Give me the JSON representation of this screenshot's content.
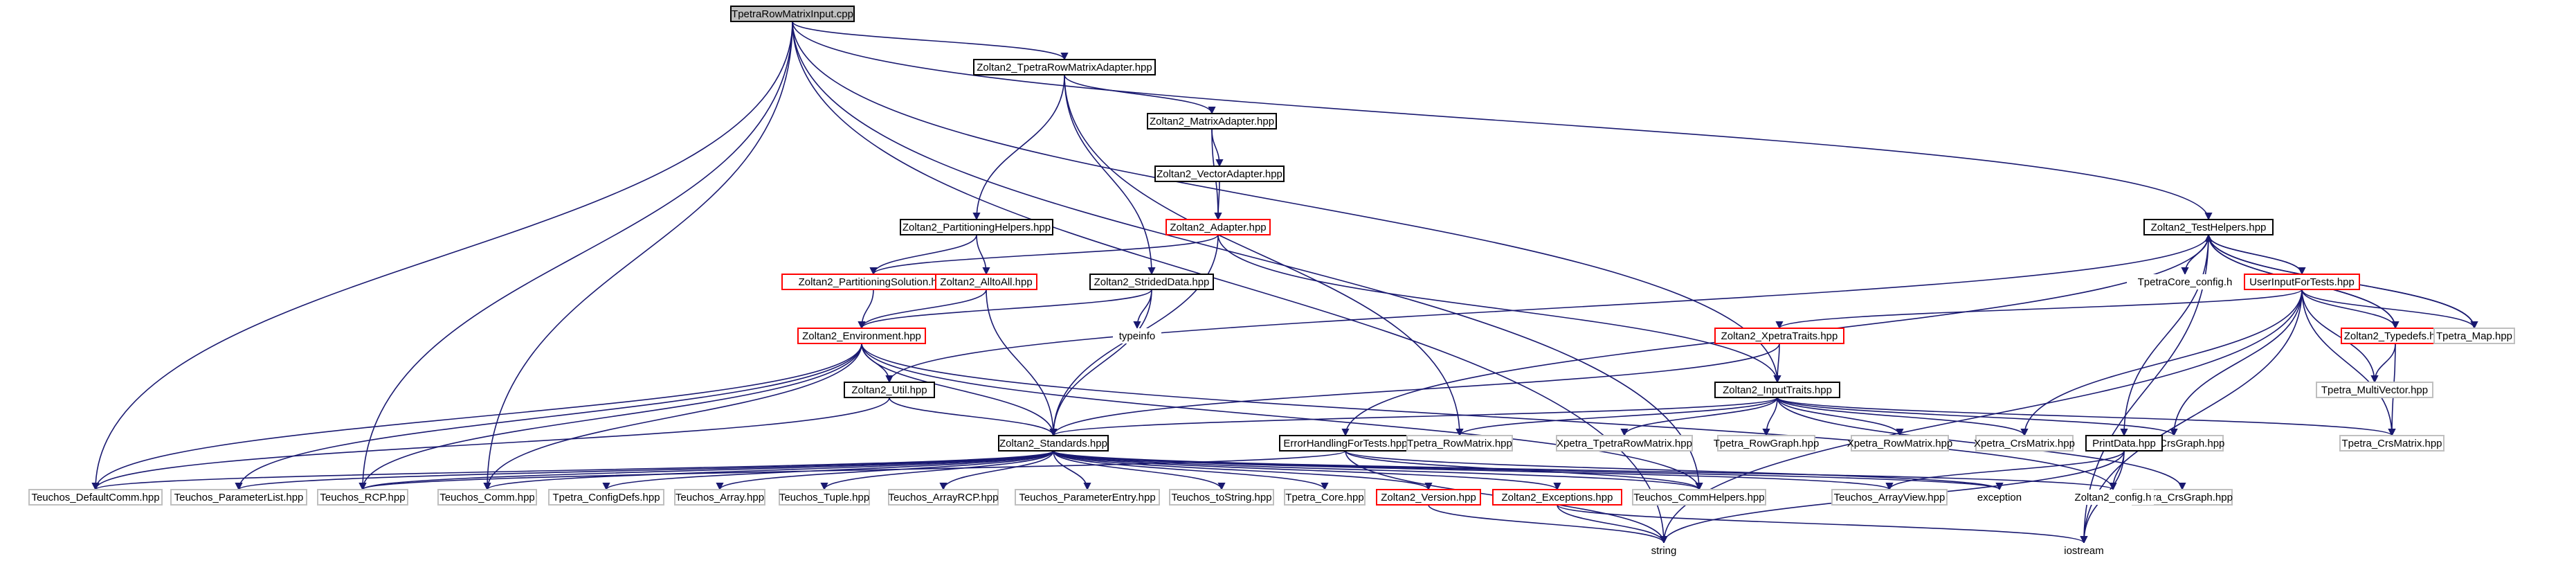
{
  "colors": {
    "edge": "#191970",
    "box_root_fill": "#bfbfbf",
    "box_black": "#000000",
    "box_red": "#ff0000",
    "box_gray": "#bfbfbf",
    "text": "#000000",
    "background": "#ffffff"
  },
  "nodes": [
    {
      "id": "root",
      "label": "TpetraRowMatrixInput.cpp",
      "style": "root"
    },
    {
      "id": "tpetraAdapter",
      "label": "Zoltan2_TpetraRowMatrixAdapter.hpp",
      "style": "black"
    },
    {
      "id": "matrixAdapter",
      "label": "Zoltan2_MatrixAdapter.hpp",
      "style": "black"
    },
    {
      "id": "vectorAdapter",
      "label": "Zoltan2_VectorAdapter.hpp",
      "style": "black"
    },
    {
      "id": "adapter",
      "label": "Zoltan2_Adapter.hpp",
      "style": "red"
    },
    {
      "id": "partHelpers",
      "label": "Zoltan2_PartitioningHelpers.hpp",
      "style": "black"
    },
    {
      "id": "partSolution",
      "label": "Zoltan2_PartitioningSolution.hpp",
      "style": "red"
    },
    {
      "id": "alltoall",
      "label": "Zoltan2_AlltoAll.hpp",
      "style": "red"
    },
    {
      "id": "stridedData",
      "label": "Zoltan2_StridedData.hpp",
      "style": "black"
    },
    {
      "id": "typeinfo",
      "label": "typeinfo",
      "style": "none"
    },
    {
      "id": "environment",
      "label": "Zoltan2_Environment.hpp",
      "style": "red"
    },
    {
      "id": "util",
      "label": "Zoltan2_Util.hpp",
      "style": "black"
    },
    {
      "id": "standards",
      "label": "Zoltan2_Standards.hpp",
      "style": "black"
    },
    {
      "id": "testHelpers",
      "label": "Zoltan2_TestHelpers.hpp",
      "style": "black"
    },
    {
      "id": "tpetraCoreConfig",
      "label": "TpetraCore_config.h",
      "style": "none"
    },
    {
      "id": "userInput",
      "label": "UserInputForTests.hpp",
      "style": "red"
    },
    {
      "id": "xpetraTraits",
      "label": "Zoltan2_XpetraTraits.hpp",
      "style": "red"
    },
    {
      "id": "typedefs",
      "label": "Zoltan2_Typedefs.hpp",
      "style": "red"
    },
    {
      "id": "tpetraMap",
      "label": "Tpetra_Map.hpp",
      "style": "gray"
    },
    {
      "id": "tpetraMultiVector",
      "label": "Tpetra_MultiVector.hpp",
      "style": "gray"
    },
    {
      "id": "inputTraits",
      "label": "Zoltan2_InputTraits.hpp",
      "style": "black"
    },
    {
      "id": "errorHandling",
      "label": "ErrorHandlingForTests.hpp",
      "style": "black"
    },
    {
      "id": "tpetraRowMatrix",
      "label": "Tpetra_RowMatrix.hpp",
      "style": "gray"
    },
    {
      "id": "xpetraTpetraRowMatrix",
      "label": "Xpetra_TpetraRowMatrix.hpp",
      "style": "gray"
    },
    {
      "id": "tpetraRowGraph",
      "label": "Tpetra_RowGraph.hpp",
      "style": "gray"
    },
    {
      "id": "xpetraRowMatrix",
      "label": "Xpetra_RowMatrix.hpp",
      "style": "gray"
    },
    {
      "id": "xpetraCrsMatrix",
      "label": "Xpetra_CrsMatrix.hpp",
      "style": "gray"
    },
    {
      "id": "xpetraCrsGraph",
      "label": "Xpetra_CrsGraph.hpp",
      "style": "gray"
    },
    {
      "id": "tpetraCrsMatrix",
      "label": "Tpetra_CrsMatrix.hpp",
      "style": "gray"
    },
    {
      "id": "printData",
      "label": "PrintData.hpp",
      "style": "black"
    },
    {
      "id": "tpetraCrsGraph",
      "label": "Tpetra_CrsGraph.hpp",
      "style": "gray"
    },
    {
      "id": "teuchosDefaultComm",
      "label": "Teuchos_DefaultComm.hpp",
      "style": "gray"
    },
    {
      "id": "teuchosParameterList",
      "label": "Teuchos_ParameterList.hpp",
      "style": "gray"
    },
    {
      "id": "teuchosRCP",
      "label": "Teuchos_RCP.hpp",
      "style": "gray"
    },
    {
      "id": "teuchosComm",
      "label": "Teuchos_Comm.hpp",
      "style": "gray"
    },
    {
      "id": "tpetraConfigDefs",
      "label": "Tpetra_ConfigDefs.hpp",
      "style": "gray"
    },
    {
      "id": "teuchosArray",
      "label": "Teuchos_Array.hpp",
      "style": "gray"
    },
    {
      "id": "teuchosTuple",
      "label": "Teuchos_Tuple.hpp",
      "style": "gray"
    },
    {
      "id": "teuchosArrayRCP",
      "label": "Teuchos_ArrayRCP.hpp",
      "style": "gray"
    },
    {
      "id": "teuchosParameterEntry",
      "label": "Teuchos_ParameterEntry.hpp",
      "style": "gray"
    },
    {
      "id": "teuchosToString",
      "label": "Teuchos_toString.hpp",
      "style": "gray"
    },
    {
      "id": "tpetraCore",
      "label": "Tpetra_Core.hpp",
      "style": "gray"
    },
    {
      "id": "zoltan2Version",
      "label": "Zoltan2_Version.hpp",
      "style": "red"
    },
    {
      "id": "zoltan2Exceptions",
      "label": "Zoltan2_Exceptions.hpp",
      "style": "red"
    },
    {
      "id": "teuchosCommHelpers",
      "label": "Teuchos_CommHelpers.hpp",
      "style": "gray"
    },
    {
      "id": "teuchosArrayView",
      "label": "Teuchos_ArrayView.hpp",
      "style": "gray"
    },
    {
      "id": "exception",
      "label": "exception",
      "style": "none"
    },
    {
      "id": "zoltan2Config",
      "label": "Zoltan2_config.h",
      "style": "none"
    },
    {
      "id": "string",
      "label": "string",
      "style": "none"
    },
    {
      "id": "iostream",
      "label": "iostream",
      "style": "none"
    }
  ],
  "edges": [
    [
      "root",
      "tpetraAdapter"
    ],
    [
      "root",
      "testHelpers"
    ],
    [
      "root",
      "inputTraits"
    ],
    [
      "root",
      "teuchosDefaultComm"
    ],
    [
      "root",
      "teuchosRCP"
    ],
    [
      "root",
      "teuchosComm"
    ],
    [
      "root",
      "string"
    ],
    [
      "root",
      "teuchosCommHelpers"
    ],
    [
      "tpetraAdapter",
      "matrixAdapter"
    ],
    [
      "tpetraAdapter",
      "partHelpers"
    ],
    [
      "tpetraAdapter",
      "stridedData"
    ],
    [
      "tpetraAdapter",
      "tpetraRowMatrix"
    ],
    [
      "matrixAdapter",
      "vectorAdapter"
    ],
    [
      "matrixAdapter",
      "adapter"
    ],
    [
      "vectorAdapter",
      "adapter"
    ],
    [
      "adapter",
      "partSolution"
    ],
    [
      "adapter",
      "standards"
    ],
    [
      "adapter",
      "inputTraits"
    ],
    [
      "partHelpers",
      "partSolution"
    ],
    [
      "partHelpers",
      "alltoall"
    ],
    [
      "partSolution",
      "environment"
    ],
    [
      "alltoall",
      "environment"
    ],
    [
      "alltoall",
      "standards"
    ],
    [
      "stridedData",
      "environment"
    ],
    [
      "stridedData",
      "typeinfo"
    ],
    [
      "stridedData",
      "standards"
    ],
    [
      "environment",
      "util"
    ],
    [
      "environment",
      "standards"
    ],
    [
      "environment",
      "teuchosDefaultComm"
    ],
    [
      "environment",
      "teuchosParameterList"
    ],
    [
      "environment",
      "teuchosRCP"
    ],
    [
      "environment",
      "teuchosComm"
    ],
    [
      "environment",
      "teuchosCommHelpers"
    ],
    [
      "environment",
      "zoltan2Config"
    ],
    [
      "util",
      "standards"
    ],
    [
      "util",
      "teuchosDefaultComm"
    ],
    [
      "standards",
      "teuchosDefaultComm"
    ],
    [
      "standards",
      "teuchosParameterList"
    ],
    [
      "standards",
      "teuchosRCP"
    ],
    [
      "standards",
      "teuchosComm"
    ],
    [
      "standards",
      "tpetraConfigDefs"
    ],
    [
      "standards",
      "teuchosArray"
    ],
    [
      "standards",
      "teuchosTuple"
    ],
    [
      "standards",
      "teuchosArrayRCP"
    ],
    [
      "standards",
      "teuchosParameterEntry"
    ],
    [
      "standards",
      "teuchosToString"
    ],
    [
      "standards",
      "tpetraCore"
    ],
    [
      "standards",
      "zoltan2Version"
    ],
    [
      "standards",
      "zoltan2Exceptions"
    ],
    [
      "standards",
      "teuchosCommHelpers"
    ],
    [
      "standards",
      "teuchosArrayView"
    ],
    [
      "standards",
      "exception"
    ],
    [
      "standards",
      "zoltan2Config"
    ],
    [
      "testHelpers",
      "tpetraCoreConfig"
    ],
    [
      "testHelpers",
      "userInput"
    ],
    [
      "testHelpers",
      "typedefs"
    ],
    [
      "testHelpers",
      "tpetraMap"
    ],
    [
      "testHelpers",
      "errorHandling"
    ],
    [
      "testHelpers",
      "printData"
    ],
    [
      "testHelpers",
      "util"
    ],
    [
      "testHelpers",
      "iostream"
    ],
    [
      "userInput",
      "testHelpers"
    ],
    [
      "userInput",
      "xpetraTraits"
    ],
    [
      "userInput",
      "typedefs"
    ],
    [
      "userInput",
      "tpetraMap"
    ],
    [
      "userInput",
      "tpetraMultiVector"
    ],
    [
      "userInput",
      "xpetraCrsMatrix"
    ],
    [
      "userInput",
      "xpetraCrsGraph"
    ],
    [
      "userInput",
      "tpetraCrsMatrix"
    ],
    [
      "userInput",
      "string"
    ],
    [
      "userInput",
      "iostream"
    ],
    [
      "typedefs",
      "testHelpers"
    ],
    [
      "typedefs",
      "tpetraMultiVector"
    ],
    [
      "typedefs",
      "tpetraCrsMatrix"
    ],
    [
      "tpetraMap",
      "testHelpers"
    ],
    [
      "xpetraTraits",
      "inputTraits"
    ],
    [
      "xpetraTraits",
      "standards"
    ],
    [
      "inputTraits",
      "standards"
    ],
    [
      "inputTraits",
      "tpetraRowMatrix"
    ],
    [
      "inputTraits",
      "xpetraTpetraRowMatrix"
    ],
    [
      "inputTraits",
      "tpetraRowGraph"
    ],
    [
      "inputTraits",
      "xpetraRowMatrix"
    ],
    [
      "inputTraits",
      "xpetraCrsMatrix"
    ],
    [
      "inputTraits",
      "xpetraCrsGraph"
    ],
    [
      "inputTraits",
      "tpetraCrsMatrix"
    ],
    [
      "inputTraits",
      "tpetraCrsGraph"
    ],
    [
      "errorHandling",
      "teuchosCommHelpers"
    ],
    [
      "errorHandling",
      "teuchosRCP"
    ],
    [
      "errorHandling",
      "exception"
    ],
    [
      "errorHandling",
      "string"
    ],
    [
      "printData",
      "teuchosArrayView"
    ],
    [
      "printData",
      "zoltan2Config"
    ],
    [
      "printData",
      "string"
    ],
    [
      "printData",
      "iostream"
    ],
    [
      "zoltan2Version",
      "string"
    ],
    [
      "zoltan2Exceptions",
      "string"
    ],
    [
      "zoltan2Exceptions",
      "iostream"
    ]
  ]
}
